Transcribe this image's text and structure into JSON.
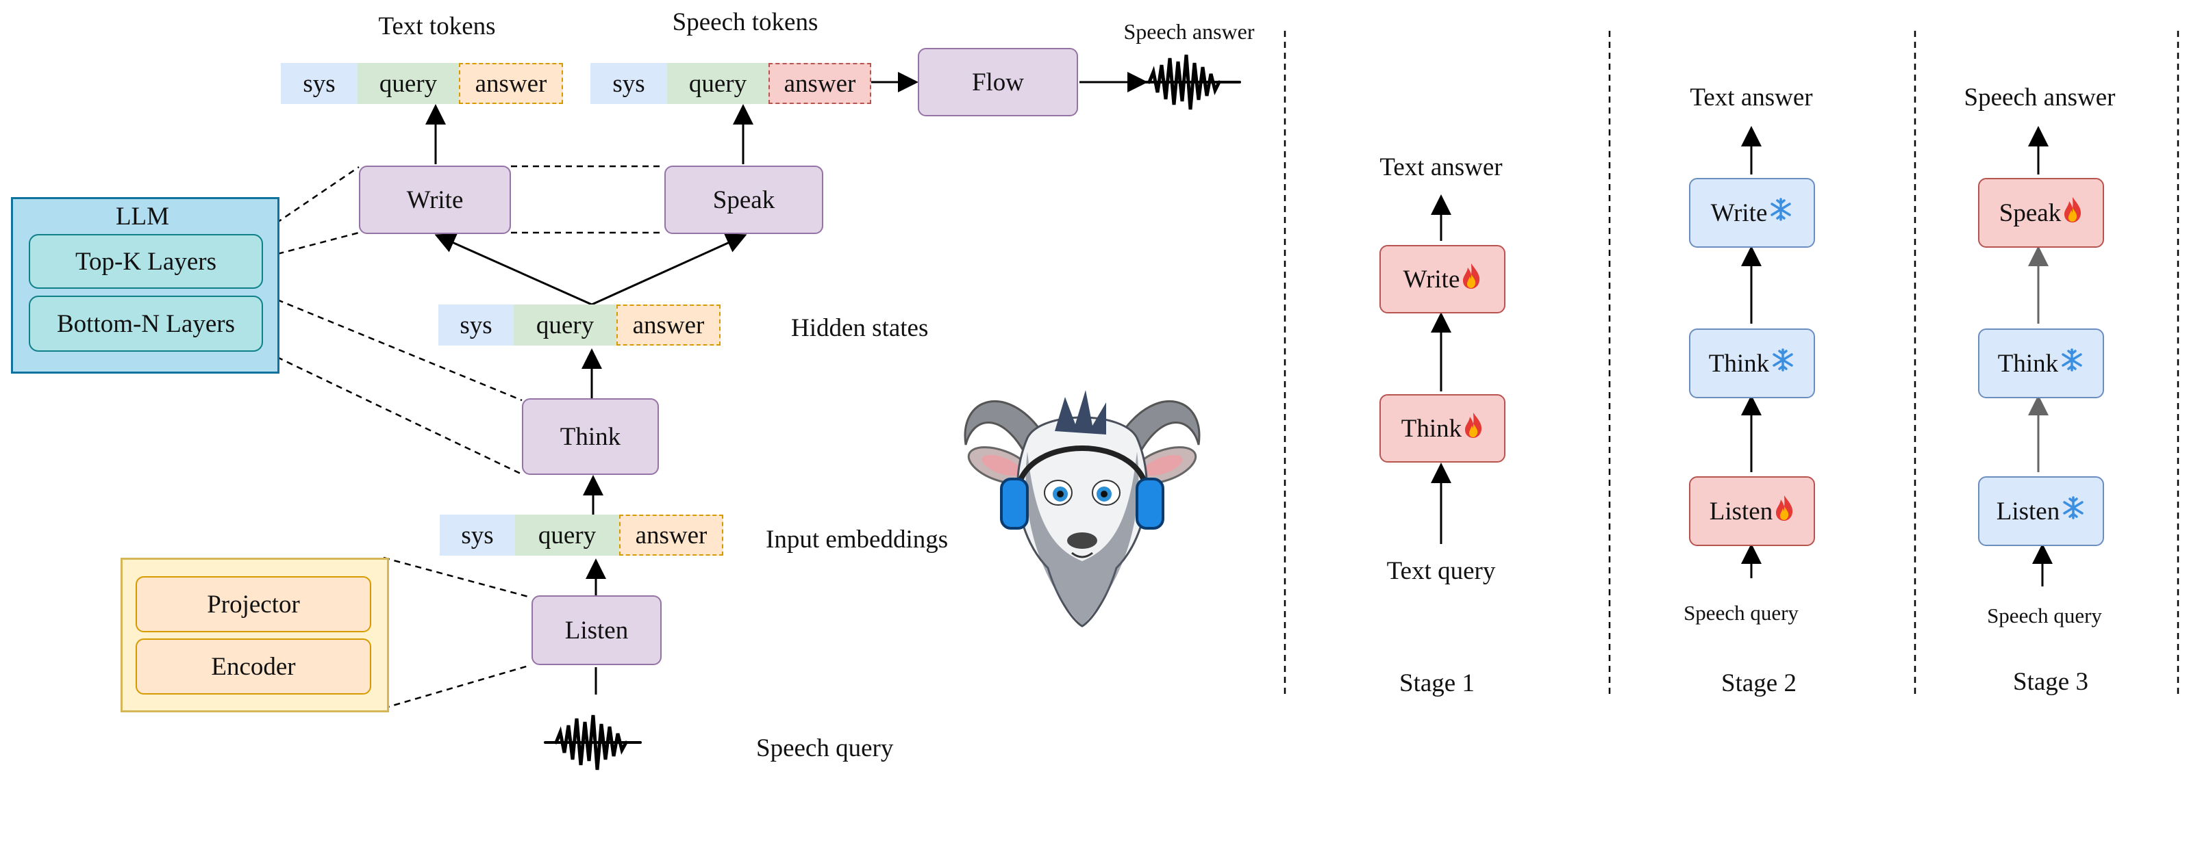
{
  "pipeline": {
    "text_tokens_label": "Text tokens",
    "speech_tokens_label": "Speech tokens",
    "speech_answer_label": "Speech answer",
    "hidden_states_label": "Hidden states",
    "input_embeddings_label": "Input embeddings",
    "speech_query_label": "Speech query",
    "tokens": {
      "sys": "sys",
      "query": "query",
      "answer": "answer"
    },
    "modules": {
      "write": "Write",
      "speak": "Speak",
      "think": "Think",
      "listen": "Listen",
      "flow": "Flow"
    },
    "llm": {
      "title": "LLM",
      "top": "Top-K Layers",
      "bottom": "Bottom-N Layers"
    },
    "encoder_group": {
      "projector": "Projector",
      "encoder": "Encoder"
    }
  },
  "stages": [
    {
      "label": "Stage 1",
      "output": "Text answer",
      "input": "Text query",
      "boxes": [
        {
          "name": "Write",
          "state": "trainable"
        },
        {
          "name": "Think",
          "state": "trainable"
        }
      ]
    },
    {
      "label": "Stage 2",
      "output": "Text answer",
      "input": "Speech query",
      "boxes": [
        {
          "name": "Write",
          "state": "frozen"
        },
        {
          "name": "Think",
          "state": "frozen"
        },
        {
          "name": "Listen",
          "state": "trainable"
        }
      ]
    },
    {
      "label": "Stage 3",
      "output": "Speech answer",
      "input": "Speech query",
      "boxes": [
        {
          "name": "Speak",
          "state": "trainable"
        },
        {
          "name": "Think",
          "state": "frozen"
        },
        {
          "name": "Listen",
          "state": "frozen"
        }
      ]
    }
  ],
  "icons": {
    "trainable": "flame-icon",
    "frozen": "snowflake-icon",
    "waveform": "waveform-icon",
    "mascot": "goat-mascot-icon"
  },
  "colors": {
    "purple": "#e1d5e7",
    "red": "#f8cecc",
    "blue": "#dae8fc",
    "teal": "#b0e3e6",
    "orange": "#ffe6cc",
    "yellow": "#fff2cc"
  }
}
